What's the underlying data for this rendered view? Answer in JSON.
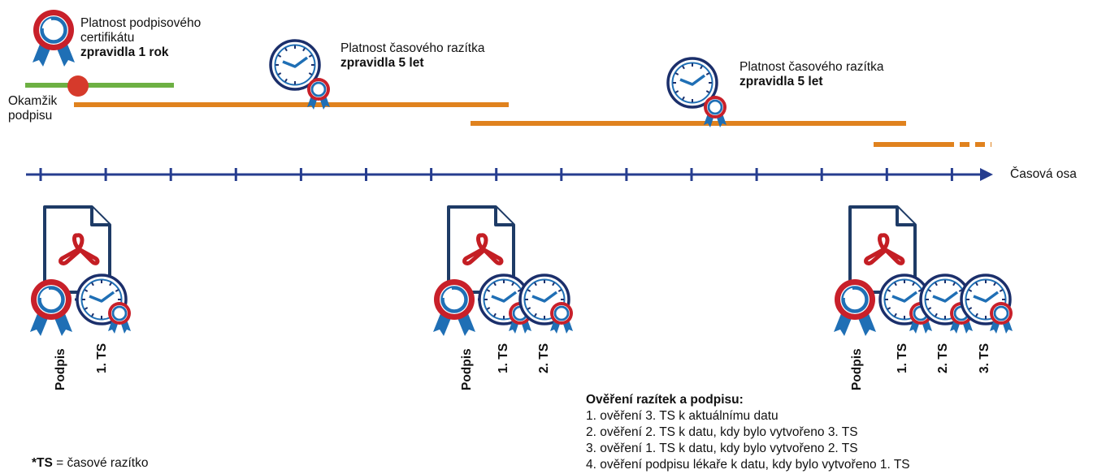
{
  "certificate": {
    "line1": "Platnost podpisového",
    "line2": "certifikátu",
    "line3": "zpravidla 1 rok"
  },
  "signing_moment": {
    "line1": "Okamžik",
    "line2": "podpisu"
  },
  "timestamps": [
    {
      "label": "Platnost časového razítka",
      "value": "zpravidla 5 let"
    },
    {
      "label": "Platnost časového razítka",
      "value": "zpravidla 5 let"
    }
  ],
  "axis_label": "Časová osa",
  "groups": [
    {
      "labels": [
        "Podpis",
        "1. TS"
      ]
    },
    {
      "labels": [
        "Podpis",
        "1. TS",
        "2. TS"
      ]
    },
    {
      "labels": [
        "Podpis",
        "1. TS",
        "2. TS",
        "3. TS"
      ]
    }
  ],
  "verification": {
    "title": "Ověření razítek a podpisu:",
    "steps": [
      "1.  ověření 3. TS k aktuálnímu datu",
      "2.  ověření 2. TS k datu, kdy bylo vytvořeno 3. TS",
      "3.  ověření 1. TS k datu, kdy bylo vytvořeno 2. TS",
      "4.  ověření podpisu lékaře k datu, kdy bylo vytvořeno 1. TS"
    ]
  },
  "footnote": {
    "abbr": "*TS",
    "rest": " = časové razítko"
  },
  "colors": {
    "axis": "#263d8f",
    "certificate_bar": "#6db043",
    "timestamp_bar": "#e0821e",
    "signing_dot": "#d63a2b",
    "seal_red": "#c8202a",
    "seal_blue": "#1f6fb5",
    "document_outline": "#1e3b66",
    "pdf_red": "#c41e24"
  }
}
